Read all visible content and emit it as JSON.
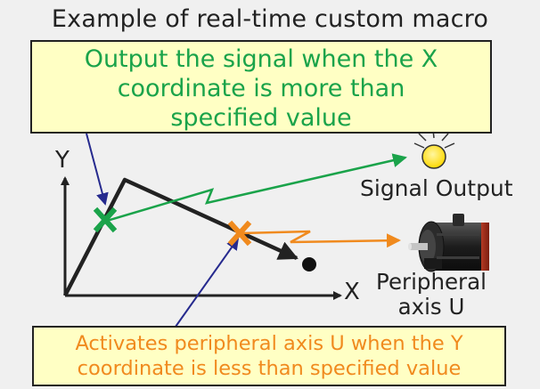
{
  "title": "Example of real-time custom macro",
  "top_box": {
    "lines": [
      "Output the signal when the X",
      "coordinate is more than",
      "specified value"
    ]
  },
  "bottom_box": {
    "lines": [
      "Activates peripheral axis U when the Y",
      "coordinate is less than specified value"
    ]
  },
  "axes": {
    "y_label": "Y",
    "x_label": "X"
  },
  "signal_output": {
    "label": "Signal Output",
    "icon": "light-bulb-icon"
  },
  "peripheral": {
    "lines": [
      "Peripheral",
      "axis U"
    ],
    "icon": "servo-motor-icon"
  },
  "colors": {
    "background": "#f0f0f0",
    "box_fill": "#ffffc4",
    "green": "#1aa34a",
    "orange": "#f08a1e",
    "pointer_blue": "#262a8e",
    "lamp_yellow": "#ffe100"
  }
}
